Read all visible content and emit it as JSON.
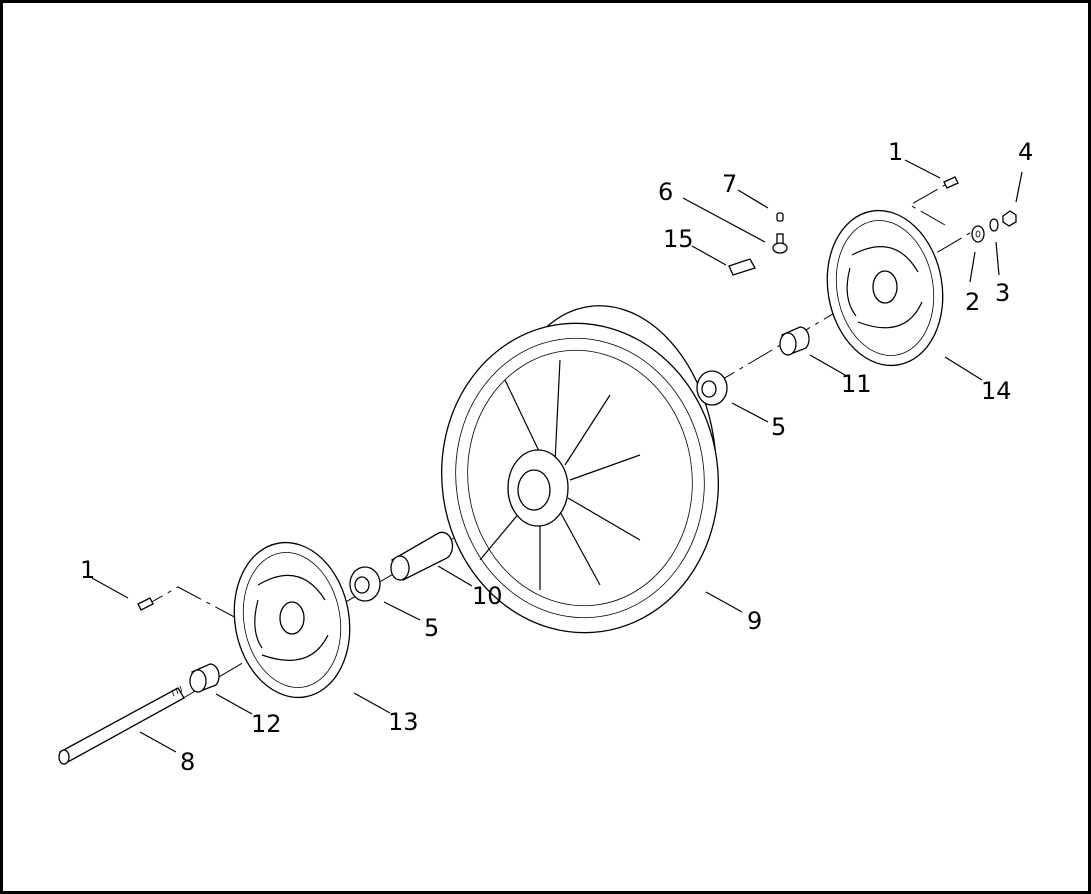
{
  "diagram": {
    "callouts": [
      {
        "id": "c1a",
        "text": "1"
      },
      {
        "id": "c1b",
        "text": "1"
      },
      {
        "id": "c2",
        "text": "2"
      },
      {
        "id": "c3",
        "text": "3"
      },
      {
        "id": "c4",
        "text": "4"
      },
      {
        "id": "c5a",
        "text": "5"
      },
      {
        "id": "c5b",
        "text": "5"
      },
      {
        "id": "c6",
        "text": "6"
      },
      {
        "id": "c7",
        "text": "7"
      },
      {
        "id": "c8",
        "text": "8"
      },
      {
        "id": "c9",
        "text": "9"
      },
      {
        "id": "c10",
        "text": "10"
      },
      {
        "id": "c11",
        "text": "11"
      },
      {
        "id": "c12",
        "text": "12"
      },
      {
        "id": "c13",
        "text": "13"
      },
      {
        "id": "c14",
        "text": "14"
      },
      {
        "id": "c15",
        "text": "15"
      }
    ]
  }
}
